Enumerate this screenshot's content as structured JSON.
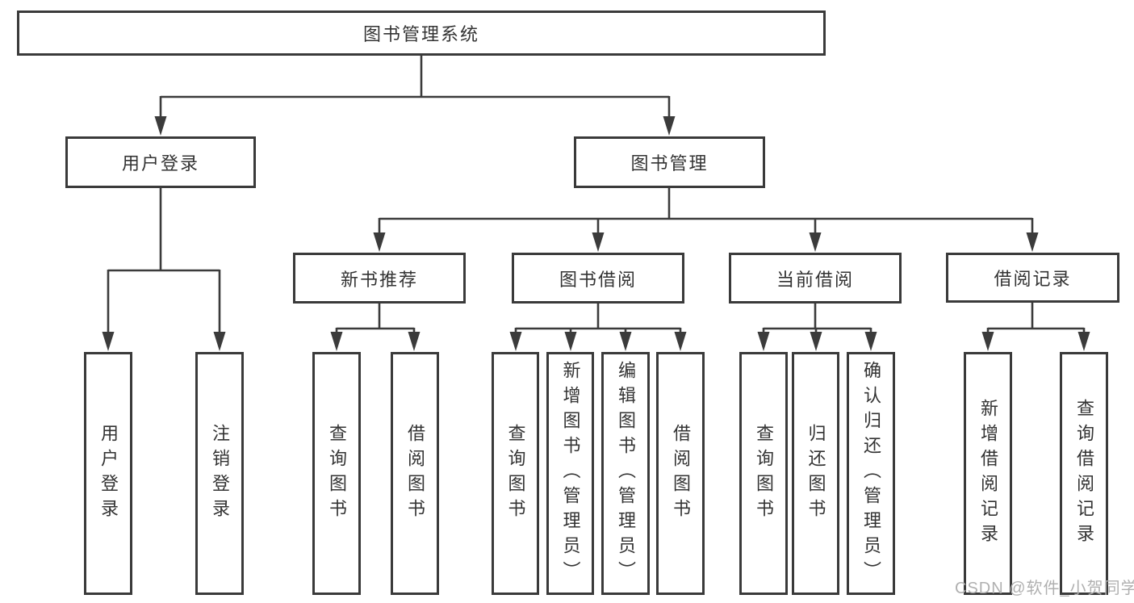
{
  "nodes": {
    "root": {
      "label": "图书管理系统"
    },
    "user_login": {
      "label": "用户登录"
    },
    "book_mgmt": {
      "label": "图书管理"
    },
    "new_book_rec": {
      "label": "新书推荐"
    },
    "book_borrow": {
      "label": "图书借阅"
    },
    "current_borrow": {
      "label": "当前借阅"
    },
    "borrow_records": {
      "label": "借阅记录"
    },
    "leaf_login": {
      "label": "用户登录"
    },
    "leaf_logout": {
      "label": "注销登录"
    },
    "leaf_rec_query_book": {
      "label": "查询图书"
    },
    "leaf_rec_borrow_book": {
      "label": "借阅图书"
    },
    "leaf_bb_query_book": {
      "label": "查询图书"
    },
    "leaf_bb_add_book": {
      "label": "新增图书（管理员）"
    },
    "leaf_bb_edit_book": {
      "label": "编辑图书（管理员）"
    },
    "leaf_bb_borrow_book": {
      "label": "借阅图书"
    },
    "leaf_cb_query_book": {
      "label": "查询图书"
    },
    "leaf_cb_return_book": {
      "label": "归还图书"
    },
    "leaf_cb_confirm_return": {
      "label": "确认归还（管理员）"
    },
    "leaf_br_add_record": {
      "label": "新增借阅记录"
    },
    "leaf_br_query_record": {
      "label": "查询借阅记录"
    }
  },
  "watermark": {
    "text": "CSDN @软件_小贺同学"
  },
  "colors": {
    "line": "#3b3b3b",
    "box_border": "#3a3a3a",
    "text": "#333333",
    "watermark": "#b0b0b0",
    "background": "#ffffff"
  }
}
